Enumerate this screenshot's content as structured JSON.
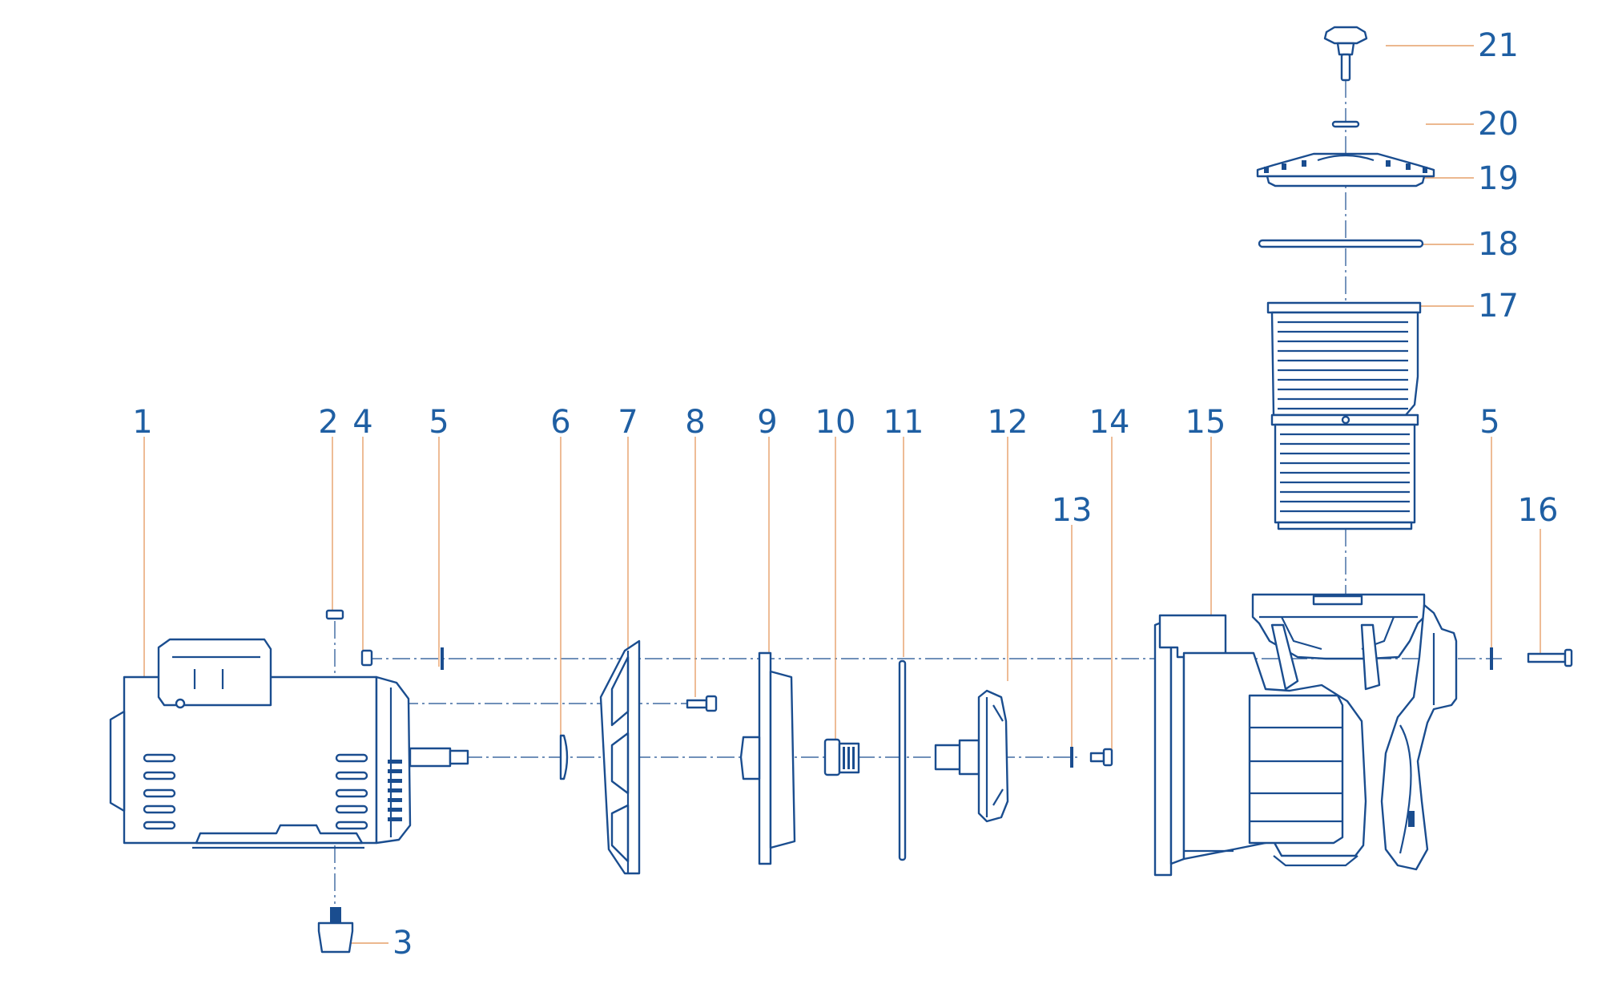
{
  "labels": {
    "p1": "1",
    "p2": "2",
    "p3": "3",
    "p4": "4",
    "p5a": "5",
    "p5b": "5",
    "p6": "6",
    "p7": "7",
    "p8": "8",
    "p9": "9",
    "p10": "10",
    "p11": "11",
    "p12": "12",
    "p13": "13",
    "p14": "14",
    "p15": "15",
    "p16": "16",
    "p17": "17",
    "p18": "18",
    "p19": "19",
    "p20": "20",
    "p21": "21"
  },
  "colors": {
    "drawing": "#1a4d8f",
    "leader": "#e6a06a",
    "label": "#1f5fa3"
  }
}
